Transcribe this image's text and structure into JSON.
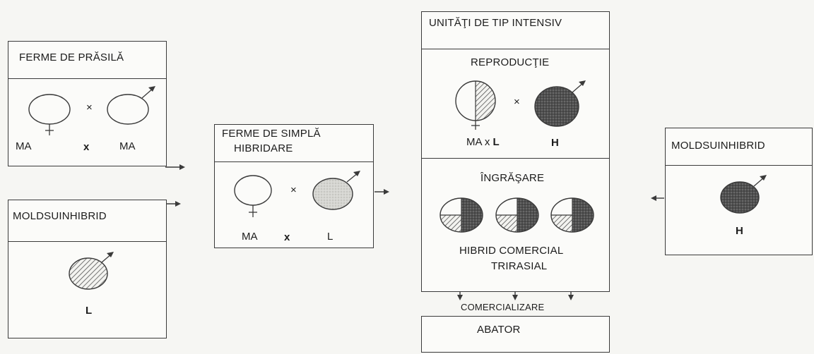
{
  "colors": {
    "line": "#3a3a3a",
    "hatch": "#555555",
    "dark": "#505050",
    "page": "#f6f6f3"
  },
  "symbols": {
    "female": "female-symbol",
    "male": "male-symbol",
    "cross": "x"
  },
  "boxes": {
    "ferme_prasila": {
      "title": "FERME DE PRĂSILĂ",
      "left_label": "MA",
      "cross": "x",
      "right_label": "MA",
      "cross_sym": "×"
    },
    "moldsuinhibrid_left": {
      "title": "MOLDSUINHIBRID",
      "label": "L"
    },
    "ferme_simpla": {
      "title_line1": "FERME DE SIMPLĂ",
      "title_line2": "HIBRIDARE",
      "left_label": "MA",
      "cross": "x",
      "right_label": "L",
      "cross_sym": "×"
    },
    "unitati": {
      "title": "UNITĂŢI DE TIP INTENSIV",
      "reproductie": "REPRODUCŢIE",
      "cross_sym": "×",
      "female_label_a": "MA x ",
      "female_label_b": "L",
      "male_label": "H",
      "ingrasare": "ÎNGRĂŞARE",
      "hybrid_line1": "HIBRID COMERCIAL",
      "hybrid_line2": "TRIRASIAL"
    },
    "moldsuinhibrid_right": {
      "title": "MOLDSUINHIBRID",
      "label": "H"
    },
    "comercializare": "COMERCIALIZARE",
    "abator": "ABATOR"
  }
}
